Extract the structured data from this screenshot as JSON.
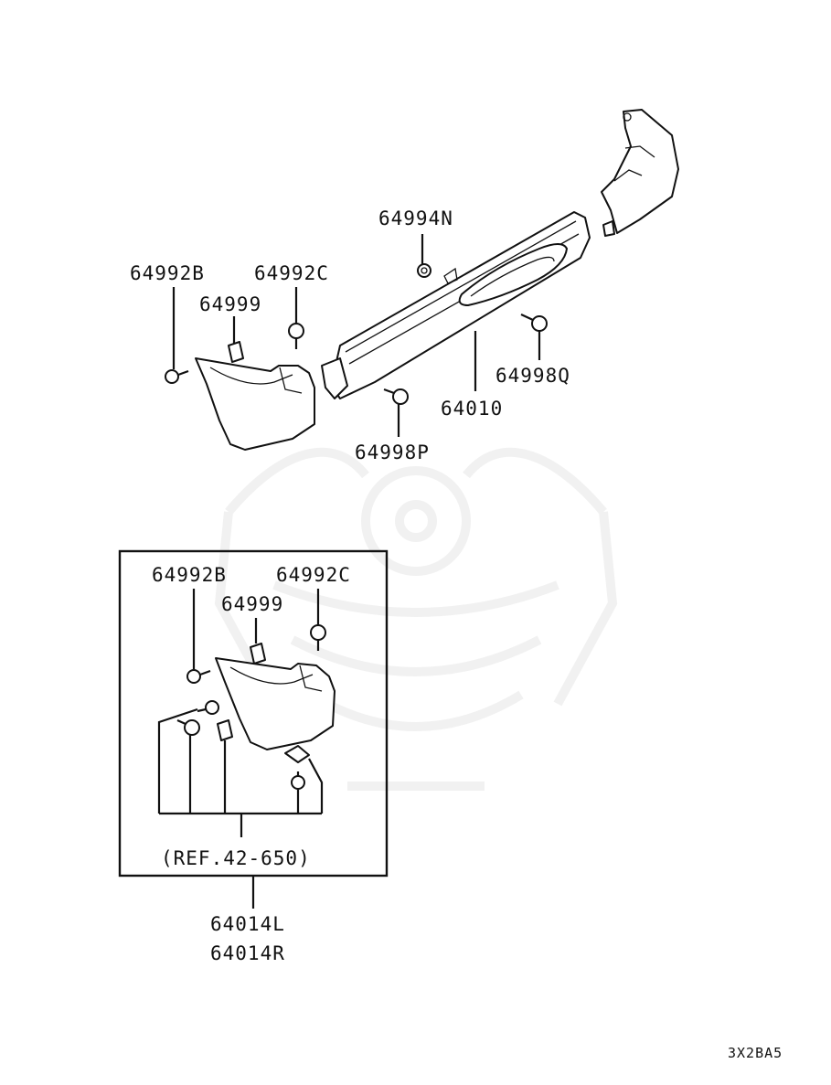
{
  "labels": {
    "p64994N": "64994N",
    "p64992B_top": "64992B",
    "p64992C_top": "64992C",
    "p64999_top": "64999",
    "p64998Q": "64998Q",
    "p64010": "64010",
    "p64998P": "64998P",
    "p64992B_box": "64992B",
    "p64992C_box": "64992C",
    "p64999_box": "64999",
    "ref": "(REF.42-650)",
    "p64014L": "64014L",
    "p64014R": "64014R"
  },
  "diagram_code": "3X2BA5",
  "colors": {
    "line": "#111111",
    "watermark": "#f1f1f1",
    "background": "#ffffff"
  }
}
